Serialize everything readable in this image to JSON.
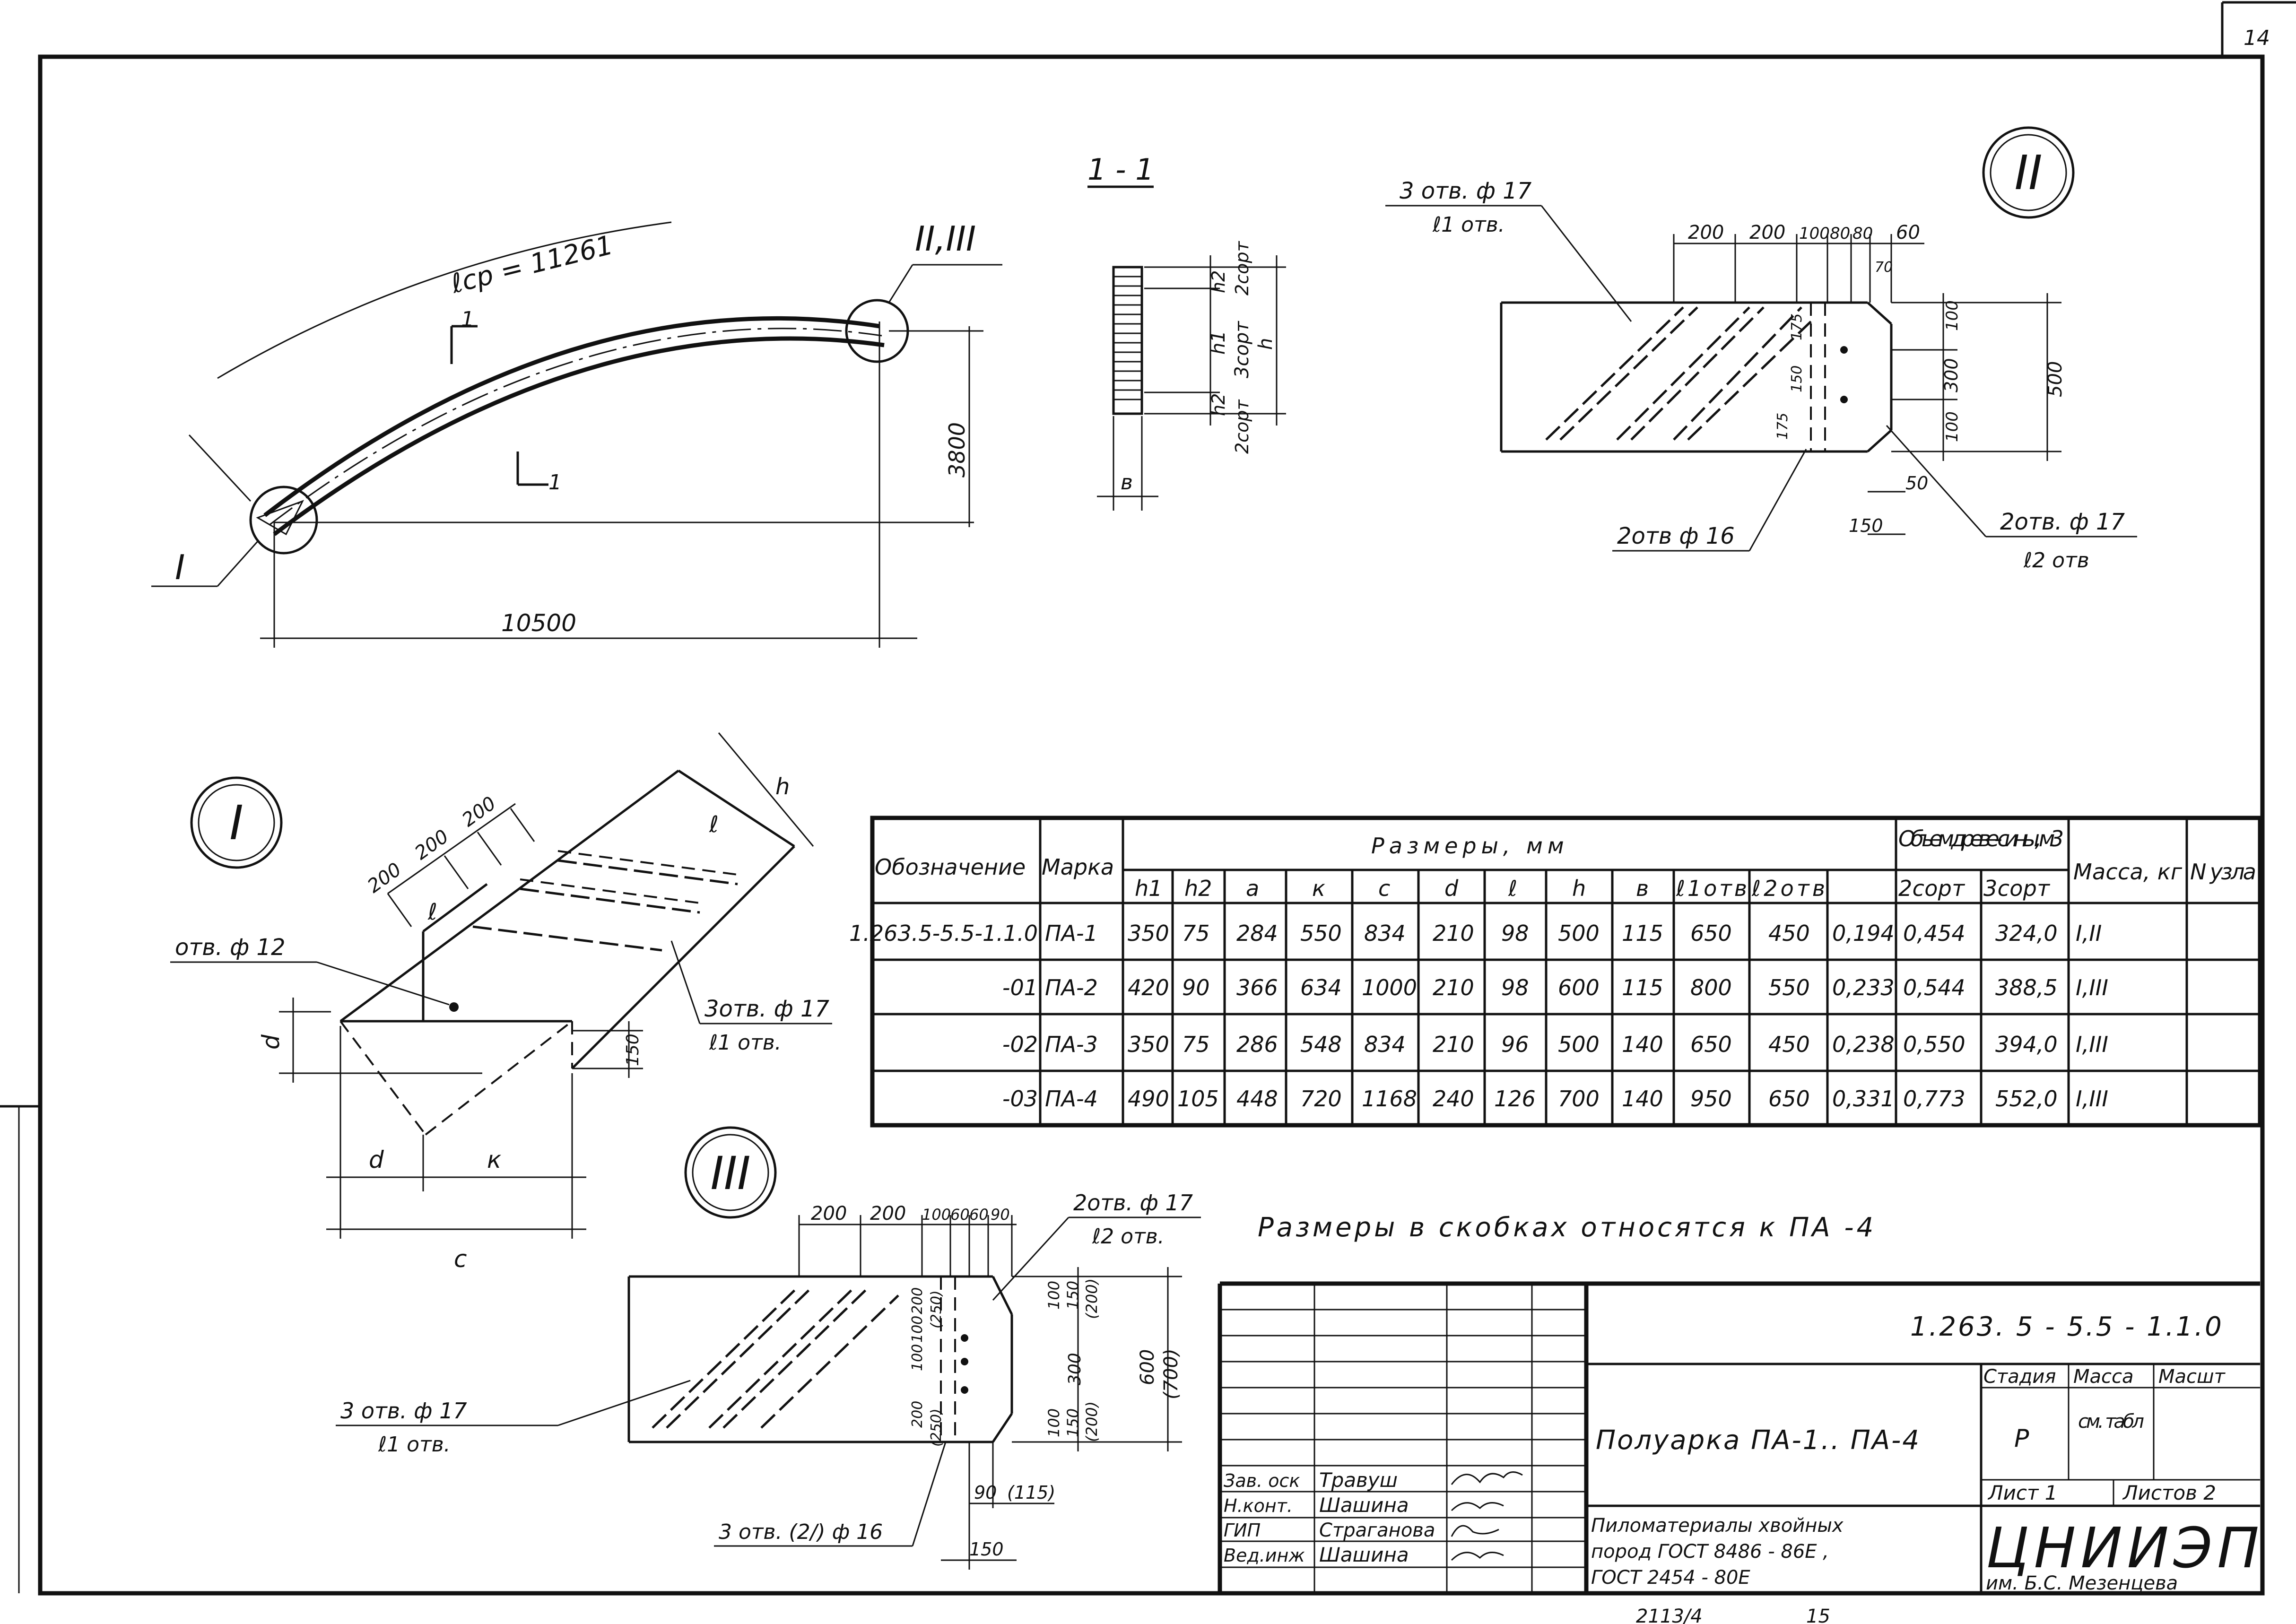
{
  "sheet": {
    "page_number": "14",
    "bottom_stamp": "2113/4",
    "bottom_stamp_right": "15"
  },
  "main_view": {
    "arc_length_label": "ℓср = 11261",
    "node_ref_label": "II,III",
    "node_ref_left": "I",
    "section_mark": "1",
    "height_dim": "3800",
    "span_dim": "10500"
  },
  "section_view": {
    "title": "1 - 1",
    "h2_top": "h2",
    "grade_top": "2сорт",
    "h1": "h1",
    "grade_mid": "3сорт",
    "h": "h",
    "h2_bottom": "h2",
    "grade_bottom": "2сорт",
    "width": "в"
  },
  "node_II": {
    "title": "II",
    "holes_top_label": "3 отв. ф 17",
    "holes_top_sub": "ℓ1 отв.",
    "dims_top": [
      "200",
      "200",
      "100",
      "80",
      "80",
      "60"
    ],
    "dim_70": "70",
    "dim_175a": "175",
    "dim_150": "150",
    "dim_175b": "175",
    "dim_100a": "100",
    "dim_300": "300",
    "dim_100b": "100",
    "dim_500": "500",
    "dim_50": "50",
    "dim_150b": "150",
    "holes_left_label": "2отв ф 16",
    "holes_right_label": "2отв. ф 17",
    "holes_right_sub": "ℓ2 отв"
  },
  "node_I": {
    "title": "I",
    "dims_top": [
      "200",
      "200",
      "200"
    ],
    "dim_l": "ℓ",
    "dim_h": "h",
    "dim_l2": "ℓ",
    "hole_label": "отв. ф 12",
    "holes_label": "3отв. ф 17",
    "holes_sub": "ℓ1 отв.",
    "dim_d": "d",
    "dim_150": "150",
    "dim_d2": "d",
    "dim_k": "к",
    "dim_c": "с"
  },
  "node_III": {
    "title": "III",
    "dims_top": [
      "200",
      "200",
      "100",
      "60",
      "60",
      "90"
    ],
    "holes_top_label": "2отв. ф 17",
    "holes_top_sub": "ℓ2 отв.",
    "dim_200": "200",
    "dim_100": "100",
    "dim_100b": "100",
    "dim_200b": "200",
    "dim_250a": "(250)",
    "dim_250b": "(250)",
    "dim_100r": "100",
    "dim_150r": "150",
    "dim_200r": "(200)",
    "dim_300r": "300",
    "dim_100r2": "100",
    "dim_150r2": "150",
    "dim_200r2": "(200)",
    "dim_600": "600",
    "dim_700": "(700)",
    "holes_left_label": "3 отв. ф 17",
    "holes_left_sub": "ℓ1 отв.",
    "holes_bottom_label": "3 отв. (2/) ф 16",
    "dim_90": "90",
    "dim_115": "(115)",
    "dim_150b": "150"
  },
  "note": "Размеры в скобках относятся к ПА -4",
  "table": {
    "headers": {
      "designation": "Обозначение",
      "mark": "Марка",
      "dims_group": "Размеры,   мм",
      "volume_group": "Объем древе-сины,  м3",
      "mass": "Масса, кг",
      "node": "N узла"
    },
    "subheaders": [
      "h1",
      "h2",
      "а",
      "к",
      "с",
      "d",
      "ℓ",
      "h",
      "в",
      "ℓ1отв",
      "ℓ2отв",
      "2сорт",
      "3сорт"
    ],
    "rows": [
      [
        "1.263.5-5.5-1.1.0",
        "ПА-1",
        "350",
        "75",
        "284",
        "550",
        "834",
        "210",
        "98",
        "500",
        "115",
        "650",
        "450",
        "0,194",
        "0,454",
        "324,0",
        "I,II"
      ],
      [
        "-01",
        "ПА-2",
        "420",
        "90",
        "366",
        "634",
        "1000",
        "210",
        "98",
        "600",
        "115",
        "800",
        "550",
        "0,233",
        "0,544",
        "388,5",
        "I,III"
      ],
      [
        "-02",
        "ПА-3",
        "350",
        "75",
        "286",
        "548",
        "834",
        "210",
        "96",
        "500",
        "140",
        "650",
        "450",
        "0,238",
        "0,550",
        "394,0",
        "I,III"
      ],
      [
        "-03",
        "ПА-4",
        "490",
        "105",
        "448",
        "720",
        "1168",
        "240",
        "126",
        "700",
        "140",
        "950",
        "650",
        "0,331",
        "0,773",
        "552,0",
        "I,III"
      ]
    ]
  },
  "title_block": {
    "doc_code": "1.263. 5 - 5.5 - 1.1.0",
    "title": "Полуарка ПА-1.. ПА-4",
    "stage_header": "Стадия",
    "mass_header": "Масса",
    "scale_header": "Масшт",
    "stage_value": "Р",
    "mass_value": "см. табл",
    "sheet_label": "Лист 1",
    "sheets_label": "Листов 2",
    "material_line1": "Пиломатериалы хвойных",
    "material_line2": "пород ГОСТ 8486 - 86Е ,",
    "material_line3": "ГОСТ 2454 - 80Е",
    "org_name": "ЦНИИЭП",
    "org_sub": "им. Б.С. Мезенцева",
    "staff": [
      {
        "role": "Зав. оск",
        "name": "Травуш"
      },
      {
        "role": "Н.конт.",
        "name": "Шашина"
      },
      {
        "role": "ГИП",
        "name": "Страганова"
      },
      {
        "role": "Вед.инж",
        "name": "Шашина"
      }
    ]
  }
}
